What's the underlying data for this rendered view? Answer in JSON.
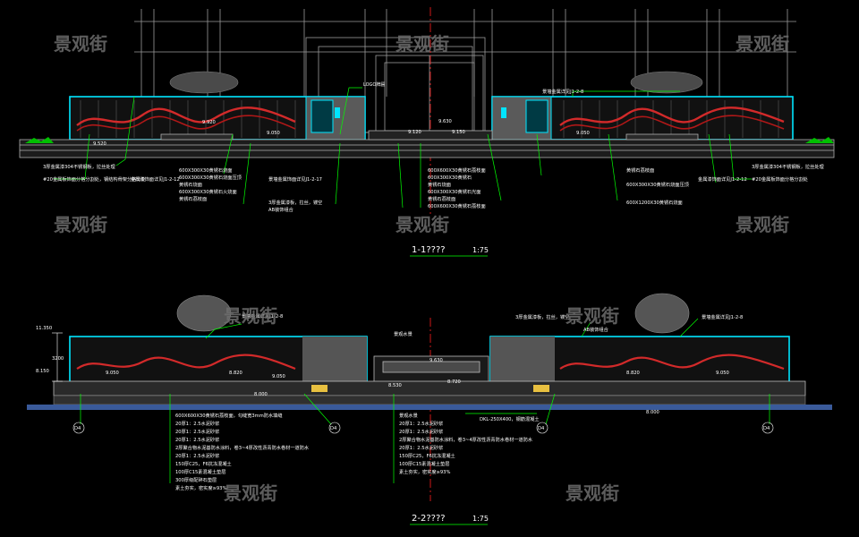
{
  "watermark": "景观街",
  "drawing1": {
    "title": "1-1????",
    "scale": "1:75",
    "logo_label": "LOGO牌匾",
    "levels": [
      "9.920",
      "9.050",
      "9.630",
      "9.120",
      "9.150",
      "9.520",
      "9.050"
    ],
    "callouts": [
      "3厚金属漆304不锈钢板，拉丝处理",
      "#20金属板饰面分格分割处，钢结构骨架分格分处",
      "金属漆饰面详见J1-2-12",
      "600X300X30黄锈石烧面",
      "600X300X30黄锈石烧面压顶",
      "黄锈石烧面",
      "600X300X30黄锈石火烧面",
      "黄锈石荔枝面",
      "景墙金属饰面详见J1-2-17",
      "3厚金属漆板，拉丝，镂空",
      "AB装饰组合",
      "景墙金属详见J1-2-8",
      "600X600X30黄锈石荔枝面",
      "600X300X30黄锈石",
      "黄锈石烧面",
      "600X300X30黄锈石光面",
      "黄锈石荔枝面",
      "600X600X30黄锈石荔枝面",
      "黄锈石荔枝面",
      "600X300X30黄锈石烧面压顶",
      "600X1200X30黄锈石烧面",
      "金属漆饰面详见J1-2-12",
      "#20金属板饰面分格分割处",
      "3厚金属漆304不锈钢板，拉丝处理"
    ]
  },
  "drawing2": {
    "title": "2-2????",
    "scale": "1:75",
    "levels": [
      "11.350",
      "8.150",
      "9.050",
      "8.820",
      "9.050",
      "8.000",
      "9.630",
      "8.530",
      "8.720",
      "8.820",
      "9.050",
      "8.000"
    ],
    "dims": [
      "3200"
    ],
    "callouts": [
      "景墙金属详见J1-2-8",
      "景墙金属详见J1-2-8",
      "3厚金属漆板，拉丝，镂空",
      "AB装饰组合",
      "景观水景",
      "DKL-250X400，钢筋混凝土"
    ],
    "section_marks": [
      "D4",
      "D4",
      "D4",
      "D4"
    ],
    "notes_left": [
      "600X600X30黄锈石荔枝面，勾缝宽3mm防水填缝",
      "20厚1：2.5水泥砂浆",
      "20厚1：2.5水泥砂浆",
      "20厚1：2.5水泥砂浆",
      "2厚聚合物水泥基防水涂料，卷3~4厚改性沥青防水卷材一道防水",
      "20厚1：2.5水泥砂浆",
      "150厚C25，F6抗冻混凝土",
      "100厚C15素混凝土垫层",
      "300厚级配碎石垫层",
      "素土夯实，密实度≥93%"
    ],
    "notes_right": [
      "景观水景",
      "20厚1：2.5水泥砂浆",
      "20厚1：2.5水泥砂浆",
      "2厚聚合物水泥基防水涂料，卷3~4厚改性沥青防水卷材一道防水",
      "20厚1：2.5水泥砂浆",
      "150厚C25，F6抗冻混凝土",
      "100厚C15素混凝土垫层",
      "素土夯实，密实度≥93%"
    ]
  },
  "colors": {
    "background": "#000000",
    "frame_cyan": "#00e5ff",
    "leader_green": "#00ff00",
    "wave_red": "#d22a2a",
    "axis_red": "#ff2020",
    "line_grey": "#8a8a8a",
    "text_white": "#ffffff",
    "watermark": "#6e6e6e"
  }
}
